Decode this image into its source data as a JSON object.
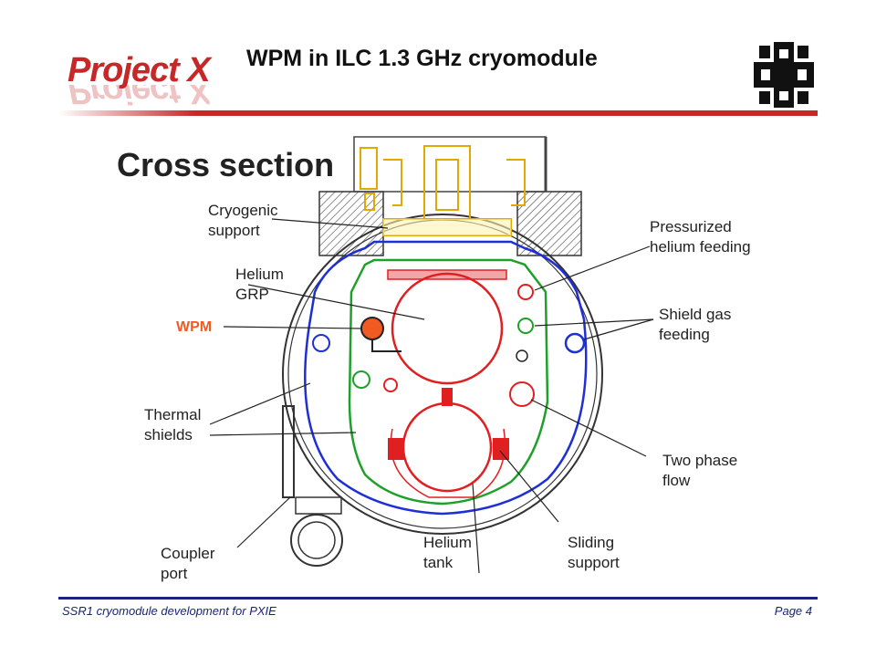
{
  "header": {
    "logo_text": "Project X",
    "title": "WPM in ILC 1.3 GHz cryomodule"
  },
  "diagram": {
    "section_title": "Cross section",
    "labels": {
      "cryogenic_support": [
        "Cryogenic",
        "support"
      ],
      "helium_grp": [
        "Helium",
        "GRP"
      ],
      "wpm": "WPM",
      "thermal_shields": [
        "Thermal",
        "shields"
      ],
      "coupler_port": [
        "Coupler",
        "port"
      ],
      "pressurized_helium": [
        "Pressurized",
        "helium feeding"
      ],
      "shield_gas": [
        "Shield gas",
        "feeding"
      ],
      "two_phase": [
        "Two phase",
        "flow"
      ],
      "sliding_support": [
        "Sliding",
        "support"
      ],
      "helium_tank": [
        "Helium",
        "tank"
      ]
    },
    "colors": {
      "accent_red": "#c62828",
      "footer_blue": "#1a237e",
      "wpm_orange": "#f15a22",
      "shield_blue": "#1f2fd6",
      "shield_green": "#1fa02a",
      "support_yellow": "#f5c518",
      "tank_red": "#e02020"
    }
  },
  "footer": {
    "left": "SSR1 cryomodule development for PXIE",
    "right": "Page 4"
  }
}
